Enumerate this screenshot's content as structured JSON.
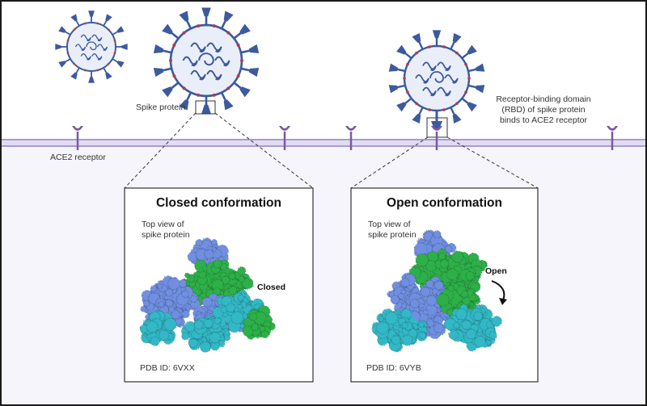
{
  "labels": {
    "spike_protein": "Spike protein",
    "ace2_receptor": "ACE2 receptor",
    "rbd_note": "Receptor-binding domain\n(RBD) of spike protein\nbinds to ACE2 receptor"
  },
  "panels": {
    "closed": {
      "title": "Closed conformation",
      "view_label": "Top view of\nspike protein",
      "state_label": "Closed",
      "pdb": "PDB ID: 6VXX"
    },
    "open": {
      "title": "Open conformation",
      "view_label": "Top view of\nspike protein",
      "state_label": "Open",
      "pdb": "PDB ID: 6VYB"
    }
  },
  "colors": {
    "membrane": "#cfc7e6",
    "membrane_line": "#a99bd3",
    "cell_interior": "#f7f5fc",
    "virus_blue": "#3d5a9e",
    "virus_fill": "#e9eef8",
    "spike_red": "#b13c48",
    "receptor": "#7a5a9e",
    "protein_blue": "#6f8fe0",
    "protein_green": "#2eb04a",
    "protein_cyan": "#33b8c6"
  }
}
